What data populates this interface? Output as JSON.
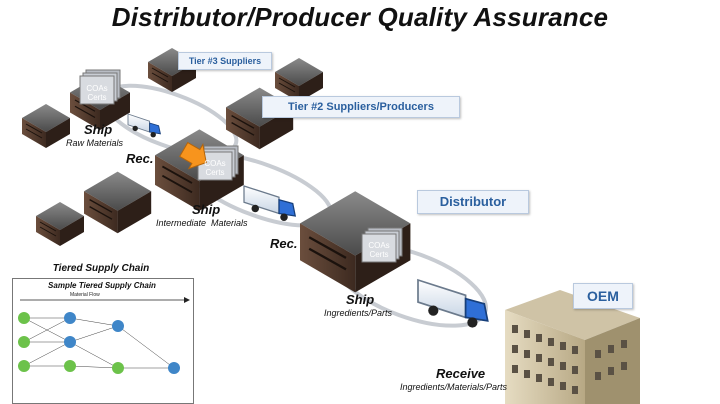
{
  "title": "Distributor/Producer Quality Assurance",
  "tags": {
    "tier3": "Tier #3 Suppliers",
    "tier2": "Tier #2 Suppliers/Producers",
    "distributor": "Distributor",
    "oem": "OEM"
  },
  "docs": {
    "top": "COAs\nCerts",
    "middle": "COAs\nCerts",
    "distributor": "COAs\nCerts"
  },
  "flow_labels": {
    "ship1": "Ship",
    "ship1_sub": "Raw Materials",
    "rec1": "Rec.",
    "ship2": "Ship",
    "ship2_sub": "Intermediate  Materials",
    "rec2": "Rec.",
    "ship3": "Ship",
    "ship3_sub": "Ingredients/Parts",
    "receive": "Receive",
    "receive_sub": "Ingredients/Materials/Parts"
  },
  "inset": {
    "title": "Tiered Supply Chain",
    "subtitle": "Sample Tiered Supply Chain",
    "flow": "Material Flow"
  },
  "colors": {
    "tag_text": "#2a5f9e",
    "arrow": "#f7941d",
    "truck": "#2f6fd6"
  }
}
